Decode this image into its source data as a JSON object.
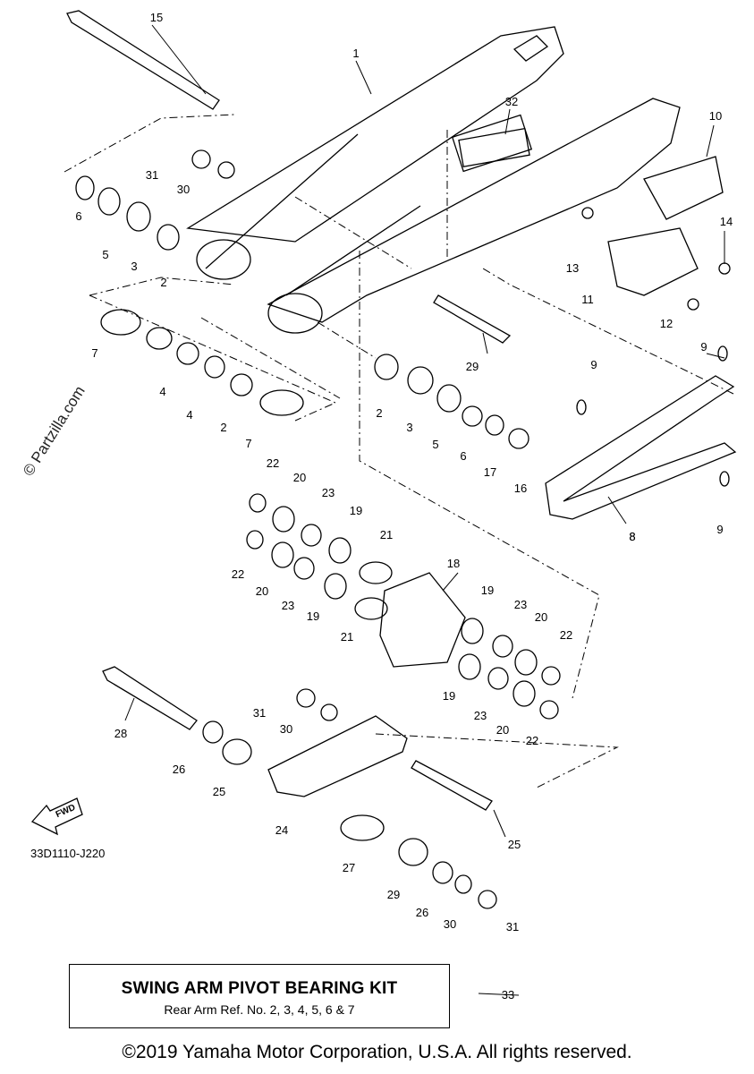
{
  "watermark": "© Partzilla.com",
  "diagram_code": "33D1110-J220",
  "fwd_label": "FWD",
  "kit": {
    "title": "SWING ARM PIVOT BEARING KIT",
    "subtitle": "Rear Arm Ref. No. 2, 3, 4, 5, 6 & 7",
    "ref": "33"
  },
  "copyright": "©2019 Yamaha Motor Corporation, U.S.A. All rights reserved.",
  "callouts": [
    "15",
    "1",
    "32",
    "10",
    "31",
    "30",
    "6",
    "5",
    "3",
    "2",
    "14",
    "13",
    "11",
    "12",
    "7",
    "8",
    "4",
    "4",
    "2",
    "7",
    "29",
    "2",
    "3",
    "5",
    "6",
    "17",
    "16",
    "9",
    "9",
    "9",
    "8",
    "22",
    "20",
    "23",
    "19",
    "21",
    "18",
    "22",
    "20",
    "23",
    "19",
    "21",
    "19",
    "23",
    "20",
    "22",
    "23",
    "20",
    "22",
    "19",
    "28",
    "31",
    "30",
    "26",
    "25",
    "24",
    "27",
    "29",
    "25",
    "26",
    "30",
    "31"
  ]
}
